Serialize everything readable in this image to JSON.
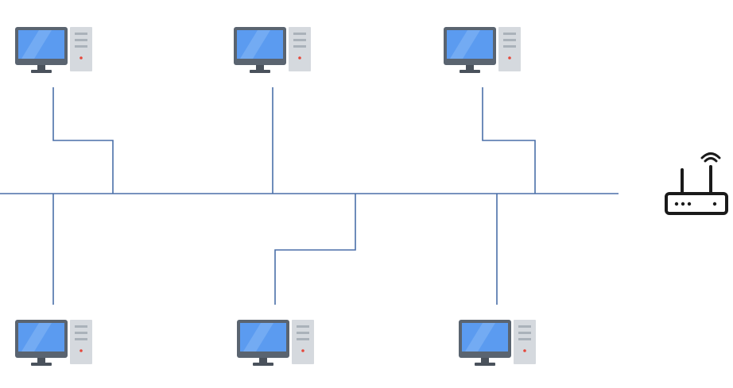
{
  "diagram": {
    "type": "bus-network-topology",
    "colors": {
      "background": "#ffffff",
      "cable": "#4a6fa8",
      "monitor_frame": "#5a6470",
      "monitor_screen": "#5b9bf0",
      "monitor_glare": "#86b8f6",
      "monitor_stand": "#4a525c",
      "tower_body": "#d5d9de",
      "tower_slot": "#aab2ba",
      "tower_led": "#e5483c",
      "router_stroke": "#1a1a1a"
    },
    "nodes": [
      {
        "id": "pc-top-1",
        "kind": "computer-icon"
      },
      {
        "id": "pc-top-2",
        "kind": "computer-icon"
      },
      {
        "id": "pc-top-3",
        "kind": "computer-icon"
      },
      {
        "id": "pc-bottom-1",
        "kind": "computer-icon"
      },
      {
        "id": "pc-bottom-2",
        "kind": "computer-icon"
      },
      {
        "id": "pc-bottom-3",
        "kind": "computer-icon"
      },
      {
        "id": "router",
        "kind": "wifi-router-icon"
      }
    ],
    "edges": [
      {
        "from": "pc-top-1",
        "to": "bus"
      },
      {
        "from": "pc-top-2",
        "to": "bus"
      },
      {
        "from": "pc-top-3",
        "to": "bus"
      },
      {
        "from": "pc-bottom-1",
        "to": "bus"
      },
      {
        "from": "pc-bottom-2",
        "to": "bus"
      },
      {
        "from": "pc-bottom-3",
        "to": "bus"
      }
    ]
  }
}
